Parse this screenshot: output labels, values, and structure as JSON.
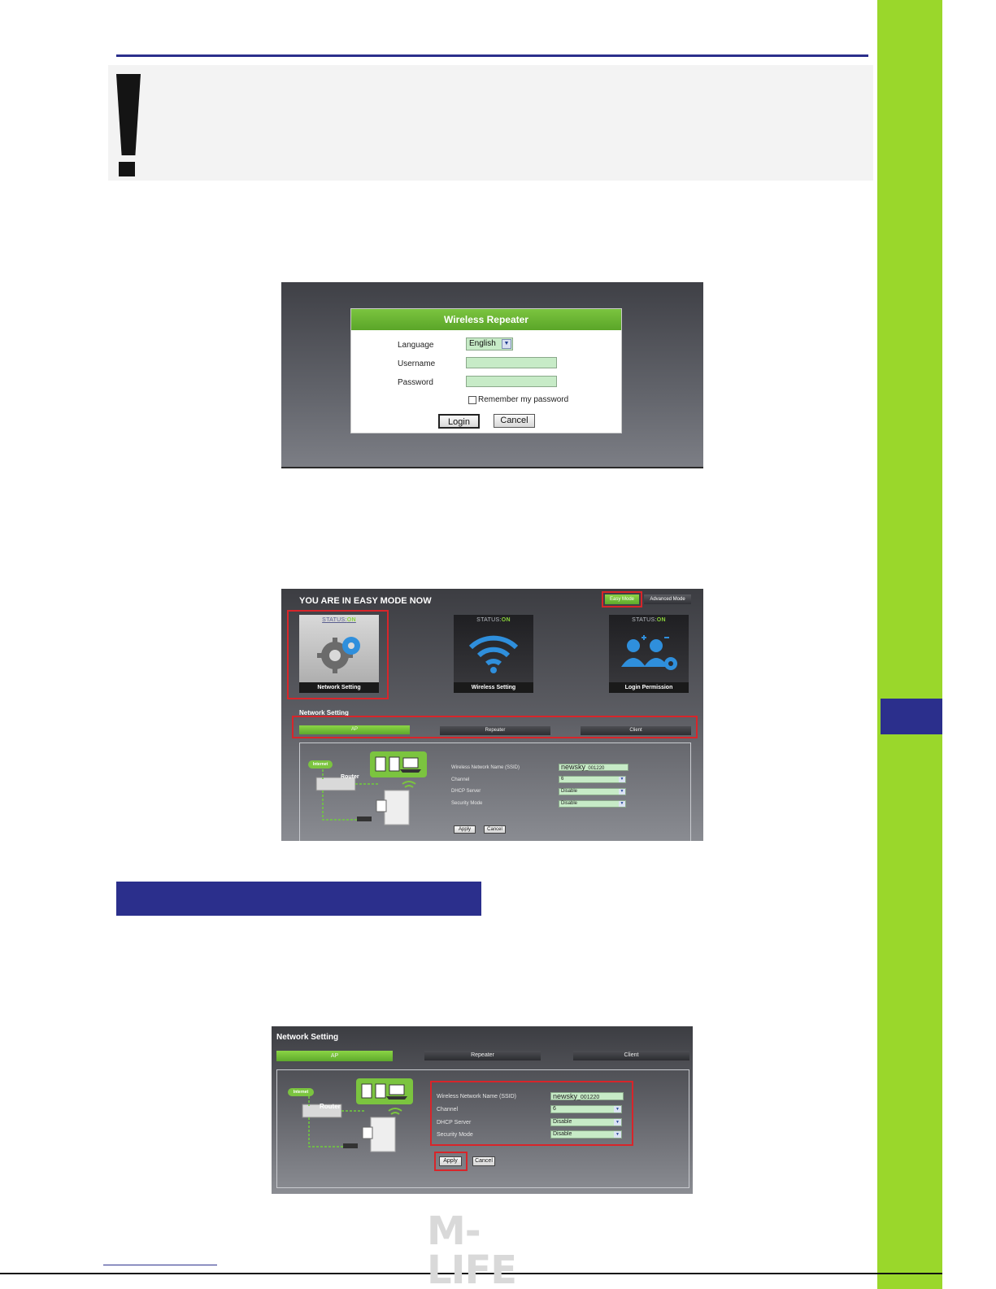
{
  "login": {
    "title": "Wireless Repeater",
    "language_label": "Language",
    "language_value": "English",
    "username_label": "Username",
    "password_label": "Password",
    "remember_label": "Remember my password",
    "login_button": "Login",
    "cancel_button": "Cancel"
  },
  "easy_mode": {
    "heading": "YOU ARE IN EASY MODE NOW",
    "easy_mode_button": "Easy Mode",
    "advanced_mode_button": "Advanced Mode",
    "status_prefix": "STATUS:",
    "status_value": "ON",
    "tiles": [
      {
        "caption": "Network Setting"
      },
      {
        "caption": "Wireless Setting"
      },
      {
        "caption": "Login Permission"
      }
    ],
    "section_title": "Network Setting",
    "tabs": [
      "AP",
      "Repeater",
      "Client"
    ],
    "diagram": {
      "internet_label": "Internet",
      "router_label": "Router"
    },
    "form": {
      "ssid_label": "Wireless Network Name (SSID)",
      "ssid_value_main": "newsky",
      "ssid_value_suffix": "_001220",
      "channel_label": "Channel",
      "channel_value": "6",
      "dhcp_label": "DHCP Server",
      "dhcp_value": "Disable",
      "security_label": "Security Mode",
      "security_value": "Disable",
      "apply_button": "Apply",
      "cancel_button": "Cancel"
    }
  },
  "network_setting": {
    "section_title": "Network Setting",
    "tabs": [
      "AP",
      "Repeater",
      "Client"
    ],
    "diagram": {
      "internet_label": "Internet",
      "router_label": "Router"
    },
    "form": {
      "ssid_label": "Wireless Network Name (SSID)",
      "ssid_value_main": "newsky",
      "ssid_value_suffix": "_001220",
      "channel_label": "Channel",
      "channel_value": "6",
      "dhcp_label": "DHCP Server",
      "dhcp_value": "Disable",
      "security_label": "Security Mode",
      "security_value": "Disable",
      "apply_button": "Apply",
      "cancel_button": "Cancel"
    }
  },
  "brand": "M-LIFE",
  "colors": {
    "brand_green": "#9ad72b",
    "brand_navy": "#2b2f8c",
    "highlight_red": "#d8252a",
    "field_green": "#c7ebc7"
  }
}
